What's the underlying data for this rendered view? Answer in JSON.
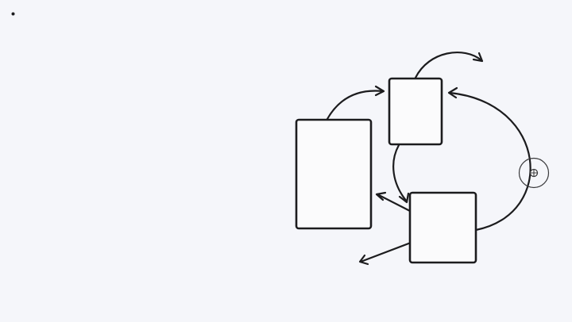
{
  "colors": {
    "background": "#f5f6fa",
    "shape_fill": "#fbfbfc",
    "stroke": "#1c1c1e",
    "cursor_ring": "#3a3a3c"
  },
  "canvas": {
    "shapes": [
      {
        "id": "rect-large-left",
        "kind": "rectangle",
        "label": ""
      },
      {
        "id": "rect-top-small",
        "kind": "rectangle",
        "label": ""
      },
      {
        "id": "rect-bottom-right",
        "kind": "rectangle",
        "label": ""
      }
    ],
    "connectors": [
      {
        "id": "arrow-left-to-top",
        "from": "rect-large-left",
        "to": "rect-top-small"
      },
      {
        "id": "arrow-top-outward",
        "from": "rect-top-small",
        "to": ""
      },
      {
        "id": "arrow-loop-right-to-top",
        "from": "rect-bottom-right",
        "to": "rect-top-small"
      },
      {
        "id": "arrow-top-to-bottom",
        "from": "rect-top-small",
        "to": "rect-bottom-right"
      },
      {
        "id": "arrow-bottom-to-left",
        "from": "rect-bottom-right",
        "to": "rect-large-left"
      },
      {
        "id": "arrow-bottom-outward",
        "from": "rect-bottom-right",
        "to": ""
      }
    ],
    "cursor": {
      "icon": "move-cursor-icon"
    },
    "stray_dot": {
      "icon": "dot"
    }
  }
}
